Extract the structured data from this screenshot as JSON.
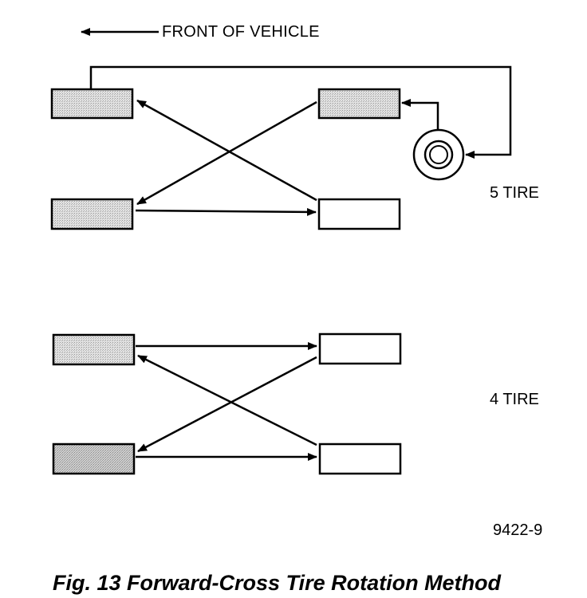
{
  "direction_label": "FRONT OF VEHICLE",
  "diagrams": [
    {
      "label": "5 TIRE",
      "tires": [
        "left-front",
        "left-rear",
        "right-front",
        "right-rear",
        "spare"
      ]
    },
    {
      "label": "4 TIRE",
      "tires": [
        "left-front",
        "left-rear",
        "right-front",
        "right-rear"
      ]
    }
  ],
  "figure_code": "9422-9",
  "caption": "Fig. 13 Forward-Cross Tire Rotation Method",
  "colors": {
    "ink": "#000000",
    "tire_fill": "#d9d9d9",
    "tire_fill_dark": "#c4c4c4",
    "background": "#ffffff"
  }
}
